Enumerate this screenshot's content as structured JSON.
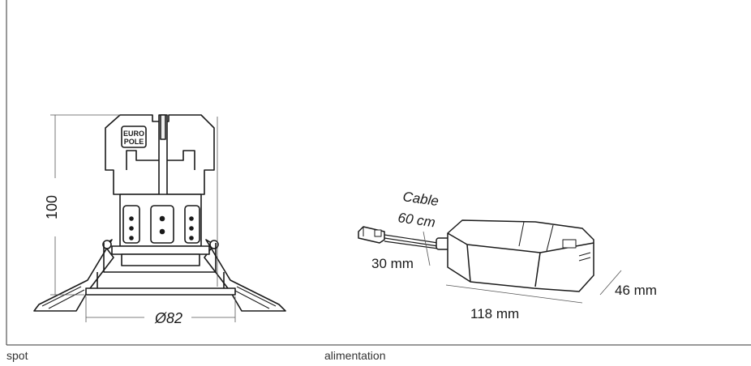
{
  "spot": {
    "logo_line1": "EURO",
    "logo_line2": "POLE",
    "height_dim": "100",
    "diameter_dim": "Ø82",
    "caption": "spot"
  },
  "alimentation": {
    "cable_label": "Cable",
    "cable_length": "60 cm",
    "stub_length": "30 mm",
    "length_dim": "118 mm",
    "width_dim": "46 mm",
    "caption": "alimentation"
  }
}
